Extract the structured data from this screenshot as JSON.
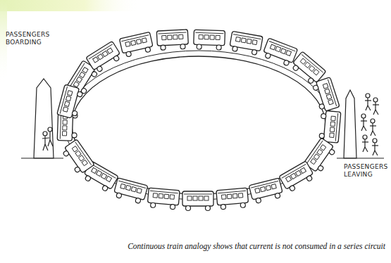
{
  "diagram": {
    "caption": "Continuous train analogy shows that current is not consumed in a series circuit",
    "labels": [
      "PASSENGERS BOARDING",
      "PASSENGERS LEAVING"
    ]
  }
}
